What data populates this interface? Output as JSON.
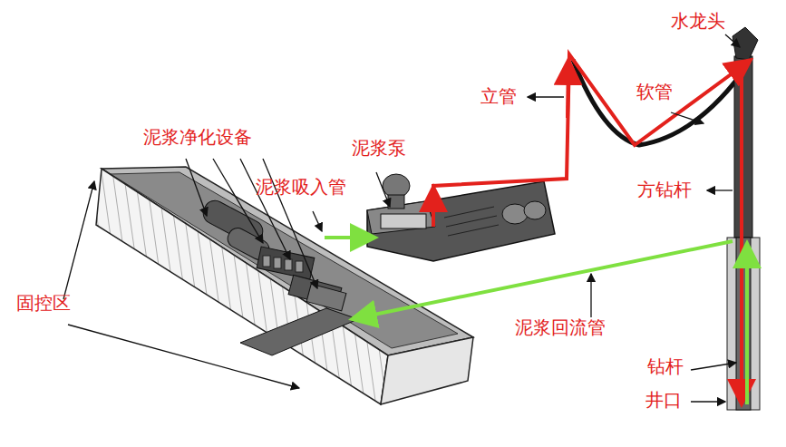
{
  "diagram": {
    "labels": [
      "水龙头",
      "立管",
      "软管",
      "方钻杆",
      "泥浆净化设备",
      "泥浆泵",
      "泥浆吸入管",
      "固控区",
      "泥浆回流管",
      "钻杆",
      "井口"
    ]
  }
}
